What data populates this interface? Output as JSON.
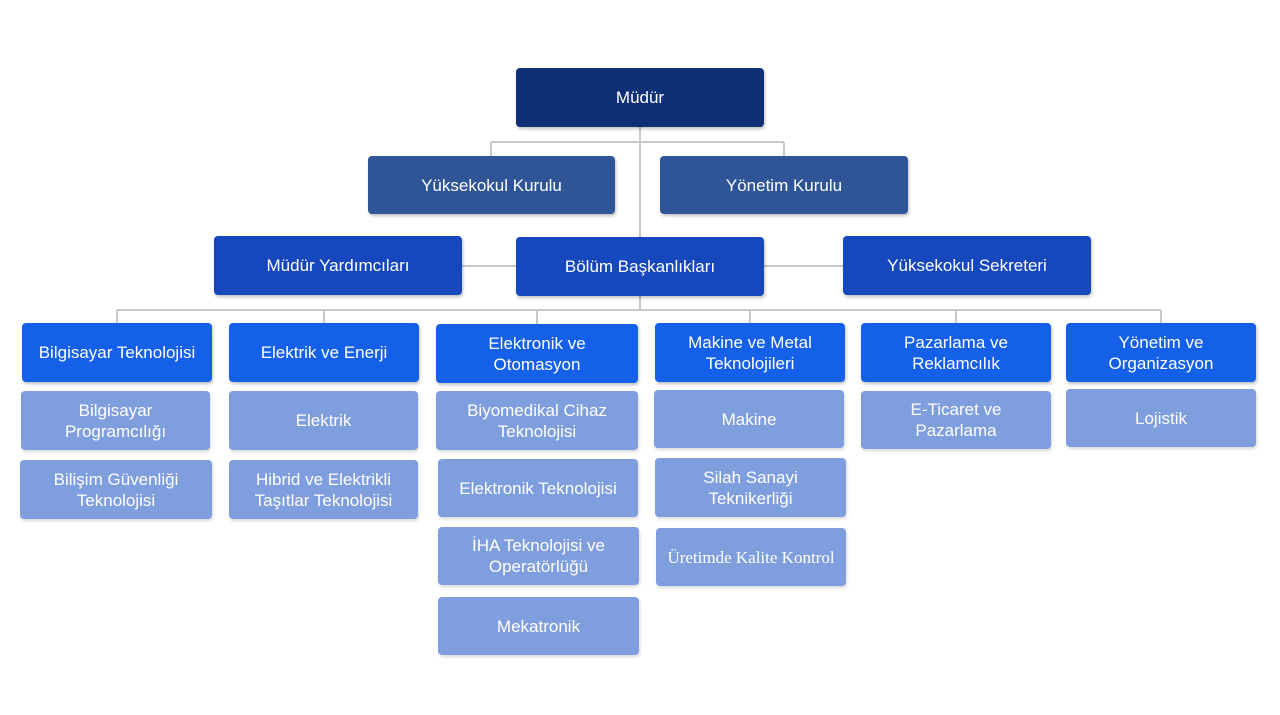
{
  "colors": {
    "director": "#0f2f77",
    "boards": "#2f5597",
    "management": "#1747bd",
    "departments": "#1560e8",
    "programs": "#7f9ede",
    "connector": "#c8c8c8",
    "text": "#ffffff"
  },
  "director": {
    "label": "Müdür"
  },
  "boards": [
    {
      "label": "Yüksekokul Kurulu"
    },
    {
      "label": "Yönetim Kurulu"
    }
  ],
  "management": [
    {
      "label": "Müdür Yardımcıları"
    },
    {
      "label": "Bölüm Başkanlıkları"
    },
    {
      "label": "Yüksekokul Sekreteri"
    }
  ],
  "departments": [
    {
      "label": "Bilgisayar Teknolojisi",
      "programs": [
        "Bilgisayar Programcılığı",
        "Bilişim Güvenliği Teknolojisi"
      ]
    },
    {
      "label": "Elektrik ve Enerji",
      "programs": [
        "Elektrik",
        "Hibrid ve Elektrikli Taşıtlar Teknolojisi"
      ]
    },
    {
      "label": "Elektronik ve Otomasyon",
      "programs": [
        "Biyomedikal Cihaz Teknolojisi",
        "Elektronik Teknolojisi",
        "İHA Teknolojisi ve Operatörlüğü",
        "Mekatronik"
      ]
    },
    {
      "label": "Makine ve Metal Teknolojileri",
      "programs": [
        "Makine",
        "Silah Sanayi Teknikerliği",
        "Üretimde Kalite Kontrol"
      ]
    },
    {
      "label": "Pazarlama ve Reklamcılık",
      "programs": [
        "E-Ticaret ve Pazarlama"
      ]
    },
    {
      "label": "Yönetim ve Organizasyon",
      "programs": [
        "Lojistik"
      ]
    }
  ]
}
